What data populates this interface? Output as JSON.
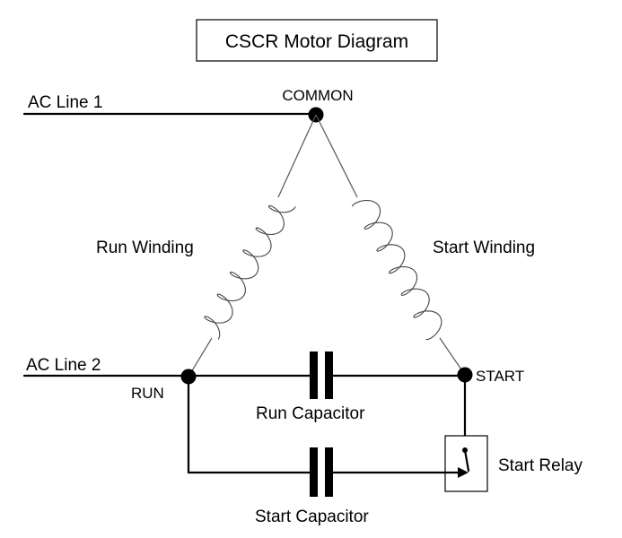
{
  "title": "CSCR Motor Diagram",
  "labels": {
    "ac_line_1": "AC Line 1",
    "ac_line_2": "AC Line 2",
    "common": "COMMON",
    "run": "RUN",
    "start": "START",
    "run_winding": "Run Winding",
    "start_winding": "Start Winding",
    "run_capacitor": "Run Capacitor",
    "start_capacitor": "Start Capacitor",
    "start_relay": "Start Relay"
  }
}
